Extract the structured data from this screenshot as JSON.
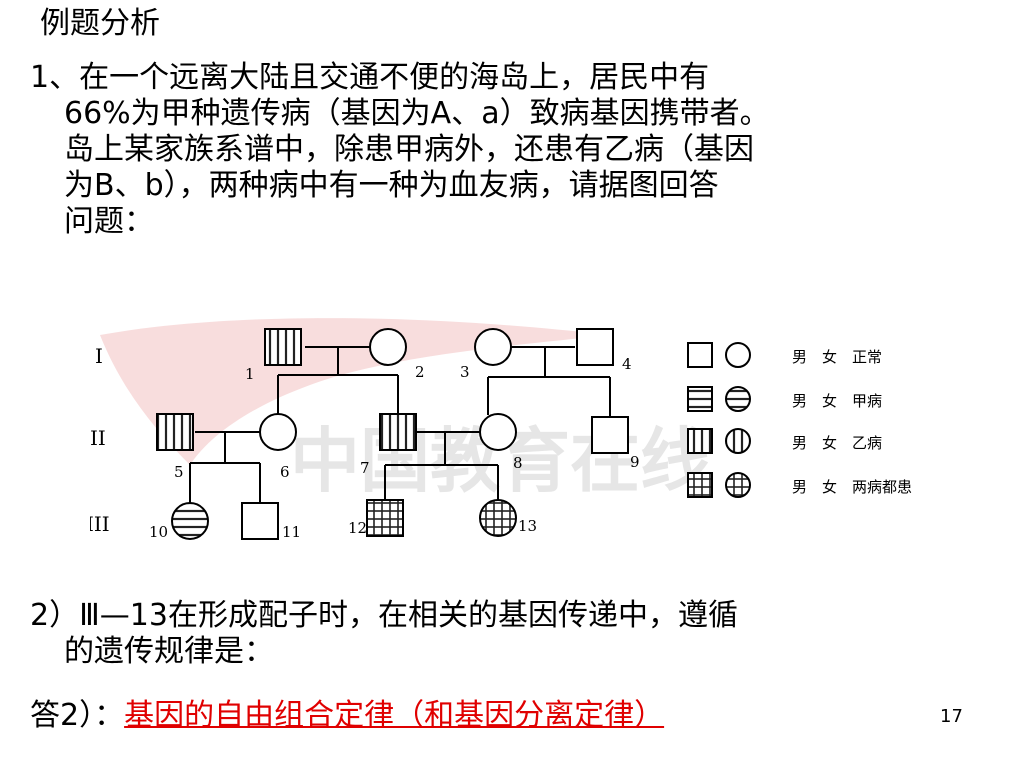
{
  "title": "例题分析",
  "question1": {
    "lines": [
      "1、在一个远离大陆且交通不便的海岛上，居民中有",
      "66%为甲种遗传病（基因为A、a）致病基因携带者。",
      "岛上某家族系谱中，除患甲病外，还患有乙病（基因",
      "为B、b），两种病中有一种为血友病，请据图回答",
      "问题："
    ]
  },
  "pedigree": {
    "generations": [
      "I",
      "II",
      "III"
    ],
    "individuals": [
      {
        "id": "1",
        "sex": "male",
        "status": "disease_b"
      },
      {
        "id": "2",
        "sex": "female",
        "status": "normal"
      },
      {
        "id": "3",
        "sex": "female",
        "status": "normal"
      },
      {
        "id": "4",
        "sex": "male",
        "status": "normal"
      },
      {
        "id": "5",
        "sex": "male",
        "status": "disease_b"
      },
      {
        "id": "6",
        "sex": "female",
        "status": "normal"
      },
      {
        "id": "7",
        "sex": "male",
        "status": "disease_b"
      },
      {
        "id": "8",
        "sex": "female",
        "status": "normal"
      },
      {
        "id": "9",
        "sex": "male",
        "status": "normal"
      },
      {
        "id": "10",
        "sex": "female",
        "status": "disease_a"
      },
      {
        "id": "11",
        "sex": "male",
        "status": "normal"
      },
      {
        "id": "12",
        "sex": "male",
        "status": "both"
      },
      {
        "id": "13",
        "sex": "female",
        "status": "both"
      }
    ],
    "legend": [
      {
        "male": "男",
        "female": "女",
        "label": "正常",
        "status": "normal"
      },
      {
        "male": "男",
        "female": "女",
        "label": "甲病",
        "status": "disease_a"
      },
      {
        "male": "男",
        "female": "女",
        "label": "乙病",
        "status": "disease_b"
      },
      {
        "male": "男",
        "female": "女",
        "label": "两病都患",
        "status": "both"
      }
    ],
    "watermark": "中国教育在线"
  },
  "question2": {
    "lines": [
      "2）Ⅲ—13在形成配子时，在相关的基因传递中，遵循",
      "的遗传规律是："
    ]
  },
  "answer": {
    "prefix": "答2）：",
    "text": "基因的自由组合定律（和基因分离定律）"
  },
  "page_number": "17"
}
